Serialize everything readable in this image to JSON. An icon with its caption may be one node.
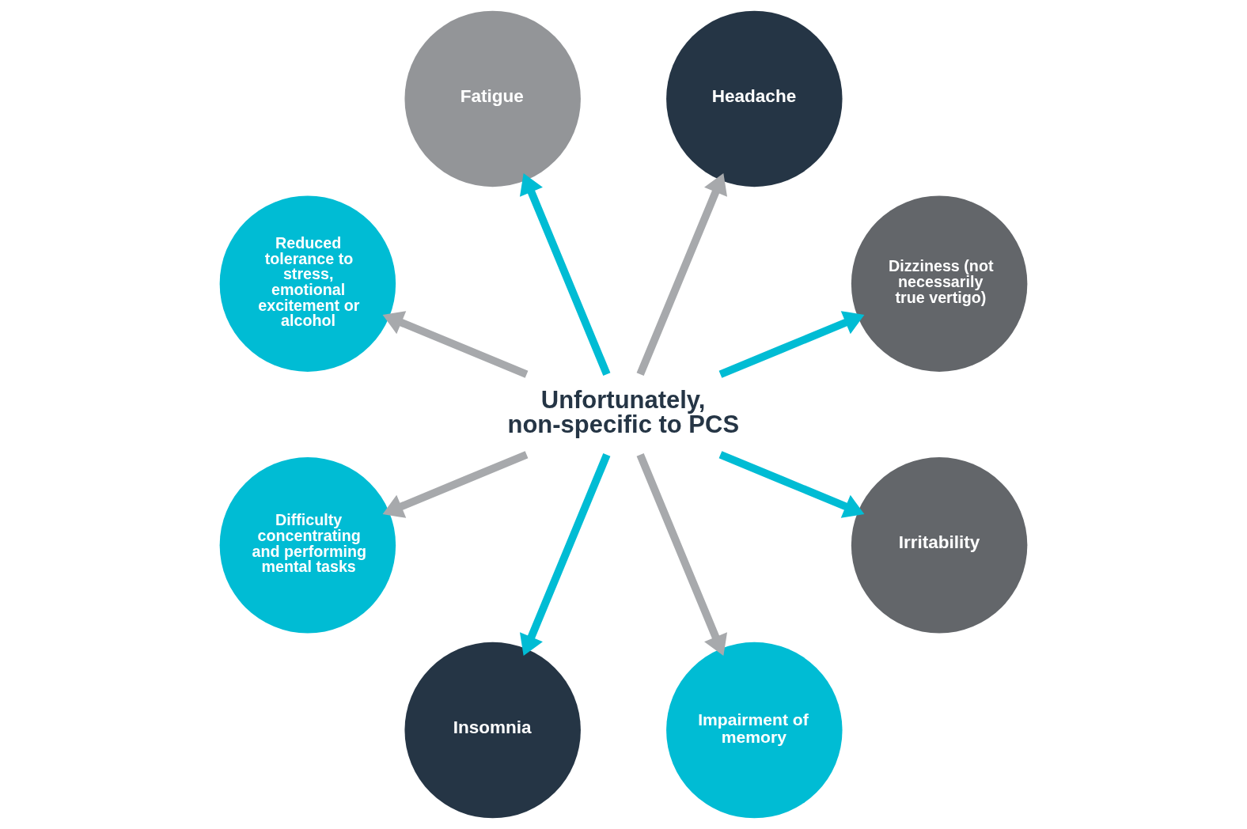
{
  "diagram": {
    "nodes": [
      {
        "text": [
          "Unfortunately, non-specific to PCS"
        ]
      },
      {
        "text": [
          "Dizziness (not necessarily true vertigo)"
        ]
      },
      {
        "text": [
          "Headache"
        ]
      },
      {
        "text": [
          "Fatigue"
        ]
      },
      {
        "text": [
          "Reduced tolerance to stress, emotional excitement or alcohol"
        ]
      },
      {
        "text": [
          "Difficulty concentrating and performing mental tasks"
        ]
      },
      {
        "text": [
          "Insomnia"
        ]
      },
      {
        "text": [
          "Impairment of memory"
        ]
      },
      {
        "text": [
          "Irritability"
        ]
      }
    ],
    "edges": [
      {
        "from": 0,
        "to": 3,
        "arrow": "to",
        "color": "#00bcd4"
      },
      {
        "from": 0,
        "to": 2,
        "arrow": "to",
        "color": "#a7a9ac"
      },
      {
        "from": 0,
        "to": 1,
        "arrow": "to",
        "color": "#00bcd4"
      },
      {
        "from": 0,
        "to": 4,
        "arrow": "to",
        "color": "#a7a9ac"
      },
      {
        "from": 0,
        "to": 6,
        "arrow": "to",
        "color": "#00bcd4"
      },
      {
        "from": 0,
        "to": 7,
        "arrow": "to",
        "color": "#a7a9ac"
      },
      {
        "from": 0,
        "to": 8,
        "arrow": "to",
        "color": "#00bcd4"
      },
      {
        "from": 0,
        "to": 5,
        "arrow": "to",
        "color": "#a7a9ac"
      }
    ]
  }
}
